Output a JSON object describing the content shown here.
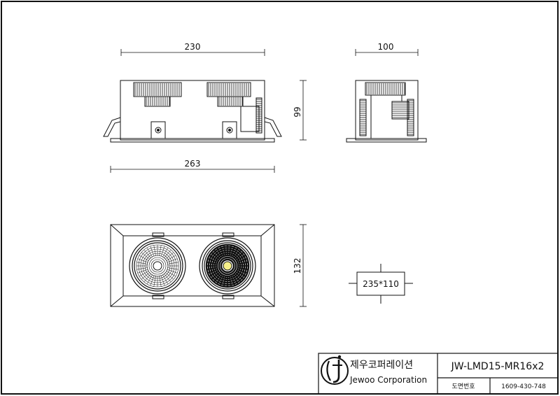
{
  "dimensions": {
    "front_width": "230",
    "front_overall": "263",
    "front_height": "99",
    "side_width": "100",
    "bottom_height": "132",
    "cutout": "235*110"
  },
  "title_block": {
    "company_kr": "제우코퍼레이션",
    "company_en": "Jewoo Corporation",
    "model": "JW-LMD15-MR16x2",
    "drawing_no_label": "도면번호",
    "drawing_no": "1609-430-748"
  },
  "colors": {
    "line": "#111111",
    "led": "#f6f08a"
  }
}
